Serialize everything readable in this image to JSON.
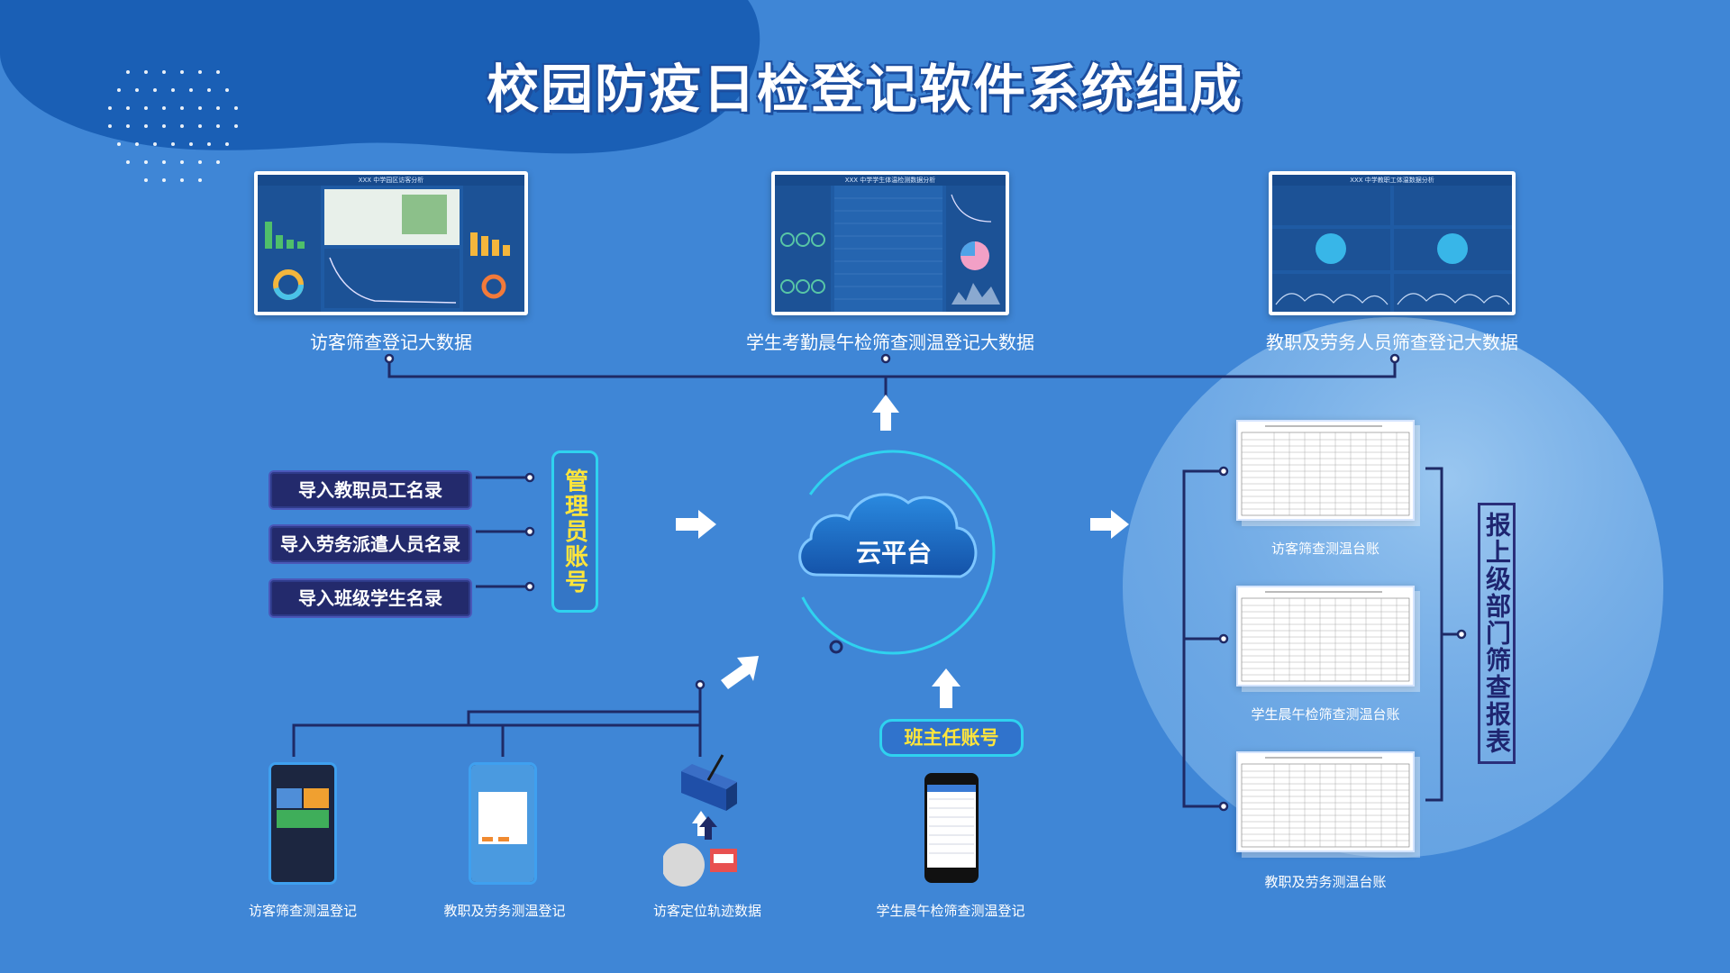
{
  "title": "校园防疫日检登记软件系统组成",
  "colors": {
    "background": "#3f86d6",
    "dark_blob": "#1a5fb5",
    "circle": "#8fc3f0",
    "pill": "#232a6c",
    "accent_yellow": "#ffe53b",
    "accent_cyan": "#2fd2ef",
    "line": "#1e2a66"
  },
  "dashboards": [
    {
      "caption": "访客筛查登记大数据",
      "screen_title": "XXX 中学园区访客分析"
    },
    {
      "caption": "学生考勤晨午检筛查测温登记大数据",
      "screen_title": "XXX 中学学生体温检测数据分析"
    },
    {
      "caption": "教职及劳务人员筛查登记大数据",
      "screen_title": "XXX 中学教职工体温数据分析"
    }
  ],
  "import_items": [
    "导入教职员工名录",
    "导入劳务派遣人员名录",
    "导入班级学生名录"
  ],
  "admin_account": "管理员账号",
  "cloud_label": "云平台",
  "teacher_account": "班主任账号",
  "devices": [
    {
      "caption": "访客筛查测温登记",
      "icon": "phone-app-icon"
    },
    {
      "caption": "教职及劳务测温登记",
      "icon": "tablet-form-icon"
    },
    {
      "caption": "访客定位轨迹数据",
      "icon": "gateway-router-icon"
    },
    {
      "caption": "学生晨午检筛查测温登记",
      "icon": "smartphone-icon"
    }
  ],
  "ledgers": [
    "访客筛查测温台账",
    "学生晨午检筛查测温台账",
    "教职及劳务测温台账"
  ],
  "report_label": "报上级部门筛查报表"
}
